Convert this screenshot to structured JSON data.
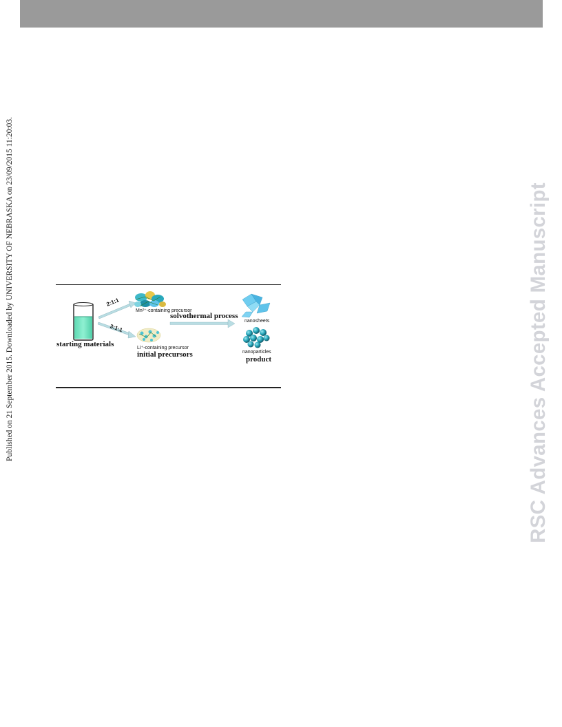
{
  "header": {
    "bar_color": "#9a9a9a"
  },
  "side_note": "Published on 21 September 2015. Downloaded by UNIVERSITY OF NEBRASKA on 23/09/2015 11:20:03.",
  "watermark": "RSC Advances Accepted Manuscript",
  "figure": {
    "ratio_mn": "2:1:1",
    "ratio_li": "3:1:1",
    "mn_precursor_label": "Mn²⁺-containing precursor",
    "li_precursor_label": "Li⁺-containing precursor",
    "starting_materials": "starting materials",
    "initial_precursors": "initial precursors",
    "process_label": "solvothermal process",
    "nanosheets_label": "nanosheets",
    "nanoparticles_label": "nanoparticles",
    "product_label": "product",
    "colors": {
      "liquid": "#6fe3c0",
      "arrow": "#b9dde3",
      "particle": "#2aa9bd",
      "sheet": "#5fc3ea"
    }
  }
}
